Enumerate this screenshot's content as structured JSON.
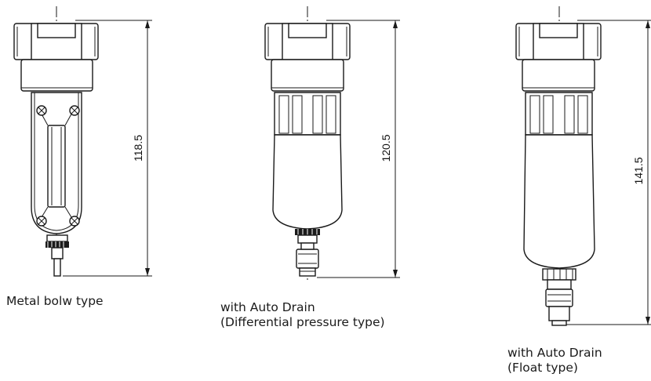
{
  "figures": [
    {
      "id": "metal-bowl",
      "dimension": "118.5",
      "caption": [
        "Metal bolw type"
      ]
    },
    {
      "id": "auto-drain-differential",
      "dimension": "120.5",
      "caption": [
        "with Auto Drain",
        "(Differential pressure type)"
      ]
    },
    {
      "id": "auto-drain-float",
      "dimension": "141.5",
      "caption": [
        "with Auto Drain",
        "(Float type)"
      ]
    }
  ]
}
